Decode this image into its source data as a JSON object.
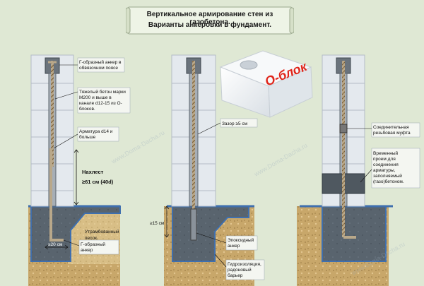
{
  "title": {
    "line1": "Вертикальное армирование стен из газобетона.",
    "line2": "Варианты анкеровки в фундамент."
  },
  "oblock_label": "О-блок",
  "watermark": "www.Doma-Dacha.ru",
  "left_labels": {
    "anchor_belt": [
      "Г-образный анкер в",
      "обвязочном поясе"
    ],
    "concrete": [
      "Тяжелый бетон марки",
      "М200 и выше в",
      "канале d12-15 из О-",
      "блоков."
    ],
    "rebar": [
      "Арматура d14 и",
      "больше"
    ],
    "overlap": [
      "Нахлест",
      "≥61 см (40d)"
    ],
    "sand": [
      "Утрамбованный",
      "песок."
    ],
    "dim20": "≥20 см",
    "anchor_bottom": [
      "Г-образный",
      "анкер"
    ]
  },
  "mid_labels": {
    "gap": "Зазор ≥5 см",
    "dim15": "≥15 см",
    "epoxy": [
      "Эпоксидный",
      "анкер"
    ],
    "waterproof": [
      "Гидроизоляция,",
      "радоновый",
      "барьер"
    ]
  },
  "right_labels": {
    "coupler": [
      "Соединительная",
      "резьбовая муфта"
    ],
    "opening": [
      "Временный",
      "проем для",
      "соединения",
      "арматуры,",
      "заполняемый",
      "(газо)бетоном."
    ]
  },
  "colors": {
    "background": "#dfe8d4",
    "block": "#e4e9ee",
    "block_line": "#b3bcc6",
    "footing": "#55606a",
    "membrane": "#3f6fae",
    "soil": "#c8a76a",
    "oblock_text": "#e0261b",
    "title_bg": "#eef4e6"
  }
}
